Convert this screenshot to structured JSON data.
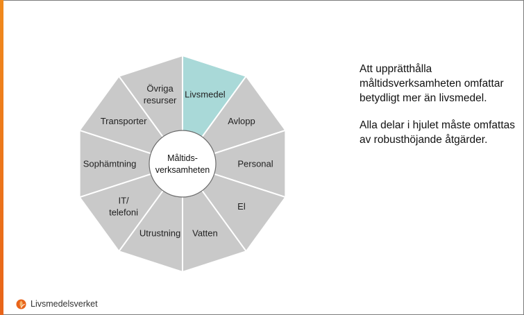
{
  "colors": {
    "segment_fill": "#c9c9c9",
    "highlight_fill": "#a9d9d8",
    "segment_stroke": "#ffffff",
    "hub_fill": "#ffffff",
    "hub_stroke": "#6b6b6b",
    "accent_orange": "#e8641a"
  },
  "wheel": {
    "center_label": [
      "Måltids-",
      "verksamheten"
    ],
    "segments": [
      {
        "lines": [
          "Livsmedel"
        ],
        "highlighted": true
      },
      {
        "lines": [
          "Avlopp"
        ],
        "highlighted": false
      },
      {
        "lines": [
          "Personal"
        ],
        "highlighted": false
      },
      {
        "lines": [
          "El"
        ],
        "highlighted": false
      },
      {
        "lines": [
          "Vatten"
        ],
        "highlighted": false
      },
      {
        "lines": [
          "Utrustning"
        ],
        "highlighted": false
      },
      {
        "lines": [
          "IT/",
          "telefoni"
        ],
        "highlighted": false
      },
      {
        "lines": [
          "Sophämtning"
        ],
        "highlighted": false
      },
      {
        "lines": [
          "Transporter"
        ],
        "highlighted": false
      },
      {
        "lines": [
          "Övriga",
          "resurser"
        ],
        "highlighted": false
      }
    ]
  },
  "side_text": {
    "paragraph_1": "Att upprätthålla måltidsverksamheten omfattar betydligt mer än livsmedel.",
    "paragraph_2": "Alla delar i hjulet måste omfattas av robusthöjande åtgärder."
  },
  "logo": {
    "name": "Livsmedelsverket",
    "icon": "livsmedelsverket-logo-icon"
  }
}
